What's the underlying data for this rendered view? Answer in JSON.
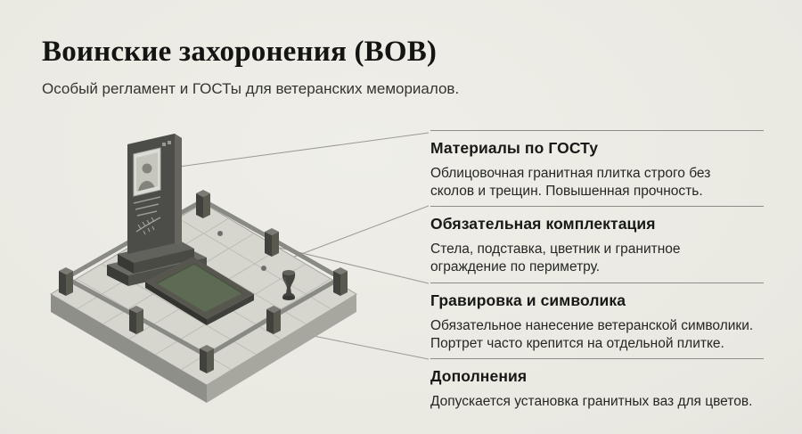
{
  "page": {
    "title": "Воинские захоронения (ВОВ)",
    "subtitle": "Особый регламент и ГОСТы для ветеранских мемориалов."
  },
  "annotations": [
    {
      "title": "Материалы по ГОСТу",
      "body": "Облицовочная гранитная плитка строго без\nсколов и трещин. Повышенная прочность."
    },
    {
      "title": "Обязательная комплектация",
      "body": "Стела, подставка, цветник и гранитное\nограждение по периметру."
    },
    {
      "title": "Гравировка и символика",
      "body": "Обязательное нанесение ветеранской символики.\nПортрет часто крепится на отдельной плитке."
    },
    {
      "title": "Дополнения",
      "body": "Допускается установка гранитных ваз для цветов."
    }
  ],
  "illustration": {
    "parts": [
      "stele-with-portrait",
      "pedestal",
      "flower-bed",
      "granite-fence",
      "granite-tiles",
      "vase"
    ]
  },
  "colors": {
    "background": "#e9e8e1",
    "heading": "#141412",
    "body_text": "#262624",
    "divider": "#8d8d87",
    "granite_dark": "#4c4c49",
    "flowerbed_green": "#5d6b55"
  }
}
